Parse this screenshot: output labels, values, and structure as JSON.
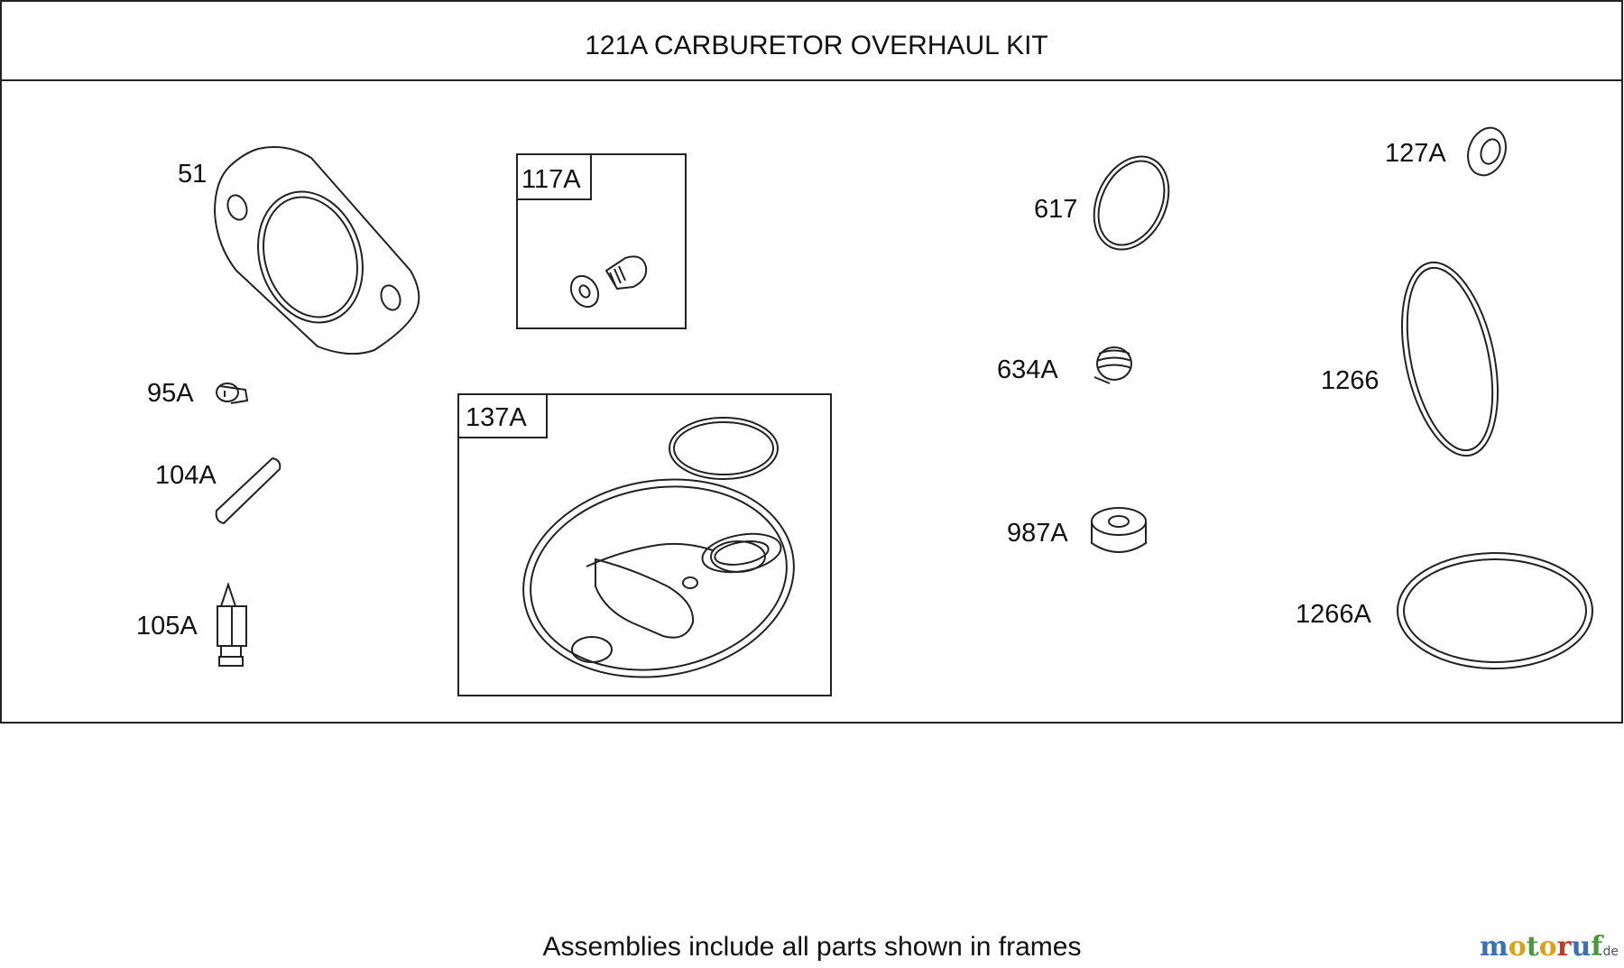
{
  "title": "121A CARBURETOR OVERHAUL KIT",
  "footer_note": "Assemblies include all parts shown in frames",
  "watermark": {
    "letters": [
      "m",
      "o",
      "t",
      "o",
      "r",
      "u",
      "f"
    ],
    "suffix": ".de",
    "colors": [
      "#3b6fb6",
      "#d9a21b",
      "#4a9a3c",
      "#d9a21b",
      "#c0392b",
      "#3b6fb6",
      "#4a9a3c"
    ]
  },
  "parts": {
    "p51": "51",
    "p95a": "95A",
    "p104a": "104A",
    "p105a": "105A",
    "p117a": "117A",
    "p137a": "137A",
    "p617": "617",
    "p634a": "634A",
    "p987a": "987A",
    "p127a": "127A",
    "p1266": "1266",
    "p1266a": "1266A"
  }
}
